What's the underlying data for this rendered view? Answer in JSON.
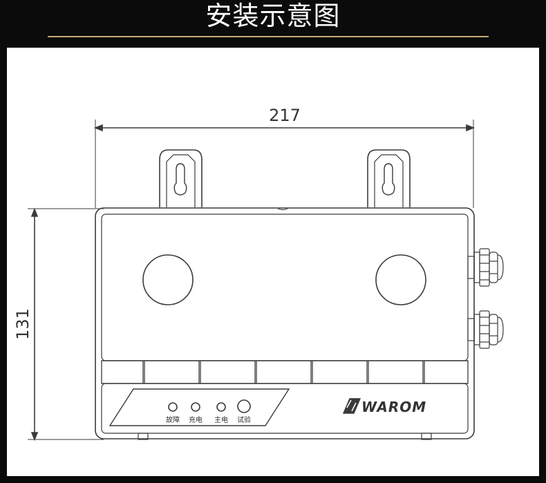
{
  "header": {
    "title": "安装示意图"
  },
  "diagram": {
    "width_dim": "217",
    "height_dim": "131",
    "indicators": [
      {
        "label": "故障"
      },
      {
        "label": "充电"
      },
      {
        "label": "主电"
      },
      {
        "label": "试验"
      }
    ],
    "brand": "WAROM"
  },
  "colors": {
    "background": "#0b0b0b",
    "title_text": "#ffffff",
    "title_rule": "#c9a97a",
    "panel": "#ffffff",
    "line": "#3a3a3a"
  }
}
